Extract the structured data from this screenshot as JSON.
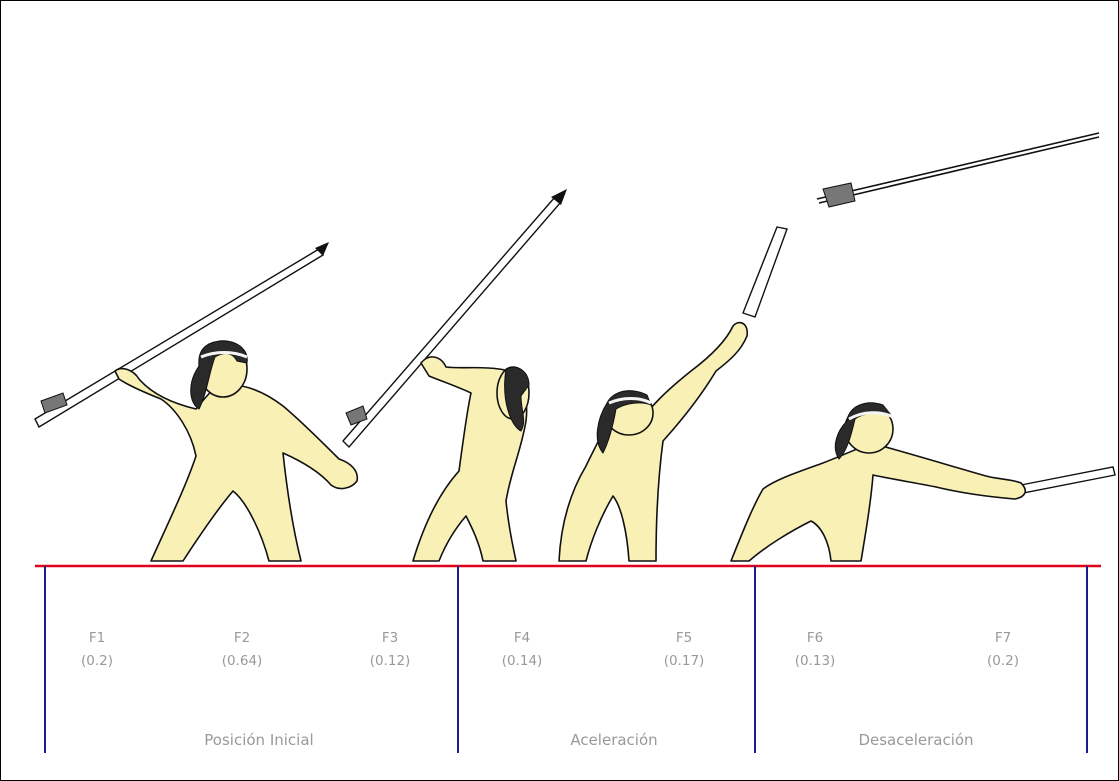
{
  "frames": [
    {
      "id": "F1",
      "value": "(0.2)"
    },
    {
      "id": "F2",
      "value": "(0.64)"
    },
    {
      "id": "F3",
      "value": "(0.12)"
    },
    {
      "id": "F4",
      "value": "(0.14)"
    },
    {
      "id": "F5",
      "value": "(0.17)"
    },
    {
      "id": "F6",
      "value": "(0.13)"
    },
    {
      "id": "F7",
      "value": "(0.2)"
    }
  ],
  "phases": [
    {
      "label": "Posición Inicial"
    },
    {
      "label": "Aceleración"
    },
    {
      "label": "Desaceleración"
    }
  ],
  "colors": {
    "baseline": "#e0001b",
    "dividers": "#1c1c8c",
    "skin": "#f9f0b6",
    "label_text": "#999999"
  }
}
